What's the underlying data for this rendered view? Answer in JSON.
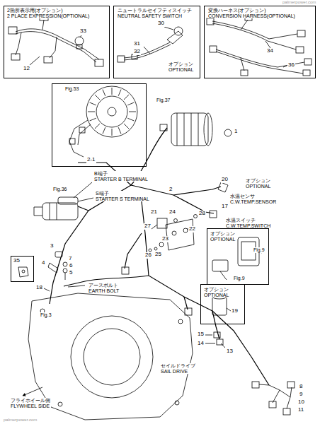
{
  "diagram": {
    "nodes": [
      {
        "text": [
          "2箇所表示用(オプション) 2 PLACE EXPRESSION(OPTIONAL)"
        ]
      },
      {
        "text": [
          "ニュートラルセイフティスイッチ NEUTRAL SAFETY SWITCH",
          "オプション OPTIONAL"
        ]
      },
      {
        "text": [
          "変換ハーネス(オプション) CONVERSION HARNESS(OPTIONAL)"
        ]
      },
      {
        "text": [
          "Fig.53"
        ]
      },
      {
        "text": [
          "35"
        ]
      },
      {
        "text": [
          "オプション OPTIONAL",
          "Fig.9",
          "Fig.9"
        ]
      },
      {
        "text": [
          "オプション OPTIONAL",
          "19"
        ]
      }
    ],
    "labels": [
      "palmerpower.com",
      "12",
      "33",
      "31",
      "32",
      "30",
      "34",
      "36",
      "2-1",
      "Fig.37",
      "1",
      "オプション OPTIONAL",
      "20",
      "水温センサ C.W.TEMP.SENSOR",
      "17",
      "水温スイッチ C.W.TEMP.SWITCH",
      "B端子 STARTER B TERMINAL",
      "2",
      "Fig.36",
      "S端子 STARTER S TERMINAL",
      "21",
      "24",
      "28",
      "27",
      "22",
      "23",
      "25",
      "26",
      "3",
      "4",
      "7",
      "6",
      "5",
      "18",
      "アースボルト EARTH BOLT",
      "Fig.3",
      "15",
      "14",
      "13",
      "セイルドライブ SAIL DRIVE",
      "フライホイール側 FLYWHEEL SIDE",
      "8",
      "9",
      "10",
      "11",
      "palmerpower.com"
    ]
  }
}
